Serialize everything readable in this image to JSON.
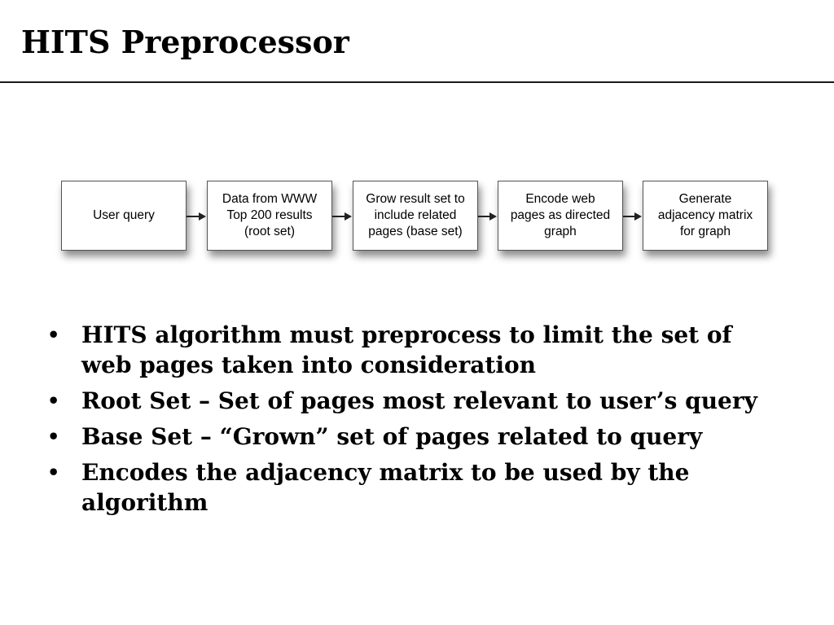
{
  "slide": {
    "title": "HITS Preprocessor"
  },
  "flowchart": {
    "steps": [
      "User query",
      "Data from WWW\nTop 200 results\n(root set)",
      "Grow result set to\ninclude related\npages (base set)",
      "Encode web\npages as directed\ngraph",
      "Generate\nadjacency matrix\nfor graph"
    ]
  },
  "bullets": {
    "bullet_char": "•",
    "items": [
      "HITS algorithm must preprocess to limit the set of web pages taken into consideration",
      "Root Set – Set of pages most relevant to user’s query",
      "Base Set – “Grown” set of pages related to query",
      "Encodes the adjacency matrix to be used by the algorithm"
    ]
  }
}
